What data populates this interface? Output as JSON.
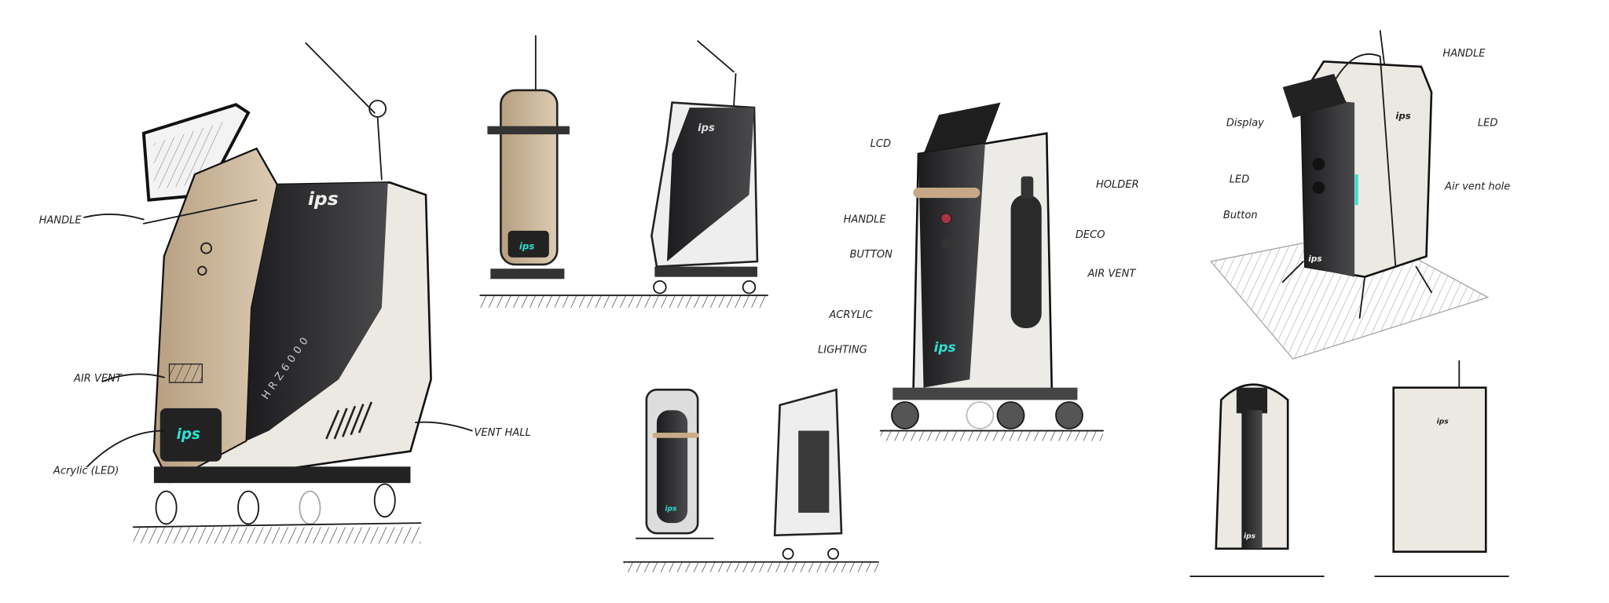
{
  "brand": "ips",
  "model": "HRZ6000",
  "colors": {
    "ink": "#1a1a1a",
    "dark_panel": "#2e2e30",
    "beige": "#c9b59a",
    "white_body": "#eeebe6",
    "led": "#2fe0d0",
    "handle_bronze": "#a88a74"
  },
  "sketch_main": {
    "labels": [
      "HANDLE",
      "AIR VENT",
      "Acrylic (LED)",
      "VENT HALL"
    ]
  },
  "sketch_center": {
    "labels": [
      "LCD",
      "HOLDER",
      "HANDLE",
      "DECO",
      "BUTTON",
      "AIR VENT",
      "ACRYLIC",
      "LIGHTING"
    ]
  },
  "sketch_right": {
    "labels": [
      "Display",
      "LED",
      "Button",
      "HANDLE",
      "LED",
      "Air vent hole"
    ]
  }
}
